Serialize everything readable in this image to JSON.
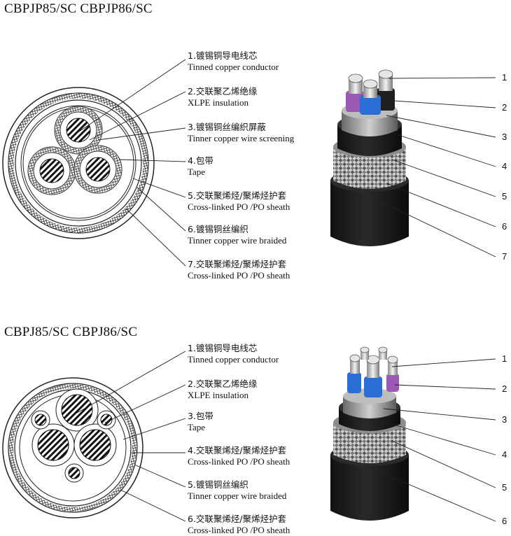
{
  "sections": [
    {
      "title": "CBPJP85/SC CBPJP86/SC",
      "items": [
        {
          "cn": "1.镀锡铜导电线芯",
          "en": "Tinned copper conductor"
        },
        {
          "cn": "2.交联聚乙烯绝缘",
          "en": "XLPE insulation"
        },
        {
          "cn": "3.镀锡铜丝编织屏蔽",
          "en": "Tinner copper wire screening"
        },
        {
          "cn": "4.包带",
          "en": "Tape"
        },
        {
          "cn": "5.交联聚烯烃/聚烯烃护套",
          "en": "Cross-linked PO /PO sheath"
        },
        {
          "cn": "6.镀锡铜丝编织",
          "en": "Tinner copper wire braided"
        },
        {
          "cn": "7.交联聚烯烃/聚烯烃护套",
          "en": "Cross-linked PO /PO sheath"
        }
      ],
      "numbers": [
        "1",
        "2",
        "3",
        "4",
        "5",
        "6",
        "7"
      ]
    },
    {
      "title": "CBPJ85/SC CBPJ86/SC",
      "items": [
        {
          "cn": "1.镀锡铜导电线芯",
          "en": "Tinned copper conductor"
        },
        {
          "cn": "2.交联聚乙烯绝缘",
          "en": "XLPE insulation"
        },
        {
          "cn": "3.包带",
          "en": "Tape"
        },
        {
          "cn": "4.交联聚烯烃/聚烯烃护套",
          "en": "Cross-linked PO /PO sheath"
        },
        {
          "cn": "5.镀锡铜丝编织",
          "en": "Tinner copper wire braided"
        },
        {
          "cn": "6.交联聚烯烃/聚烯烃护套",
          "en": "Cross-linked PO /PO sheath"
        }
      ],
      "numbers": [
        "1",
        "2",
        "3",
        "4",
        "5",
        "6"
      ]
    }
  ],
  "colors": {
    "sheath": "#1e1e1e",
    "braid_dark": "#3a3a3a",
    "tape": "#9a9a9a",
    "insulation_purple": "#9b59b6",
    "insulation_blue": "#2a6fd6",
    "copper_silver": "#d8d8d8",
    "line": "#222222"
  }
}
